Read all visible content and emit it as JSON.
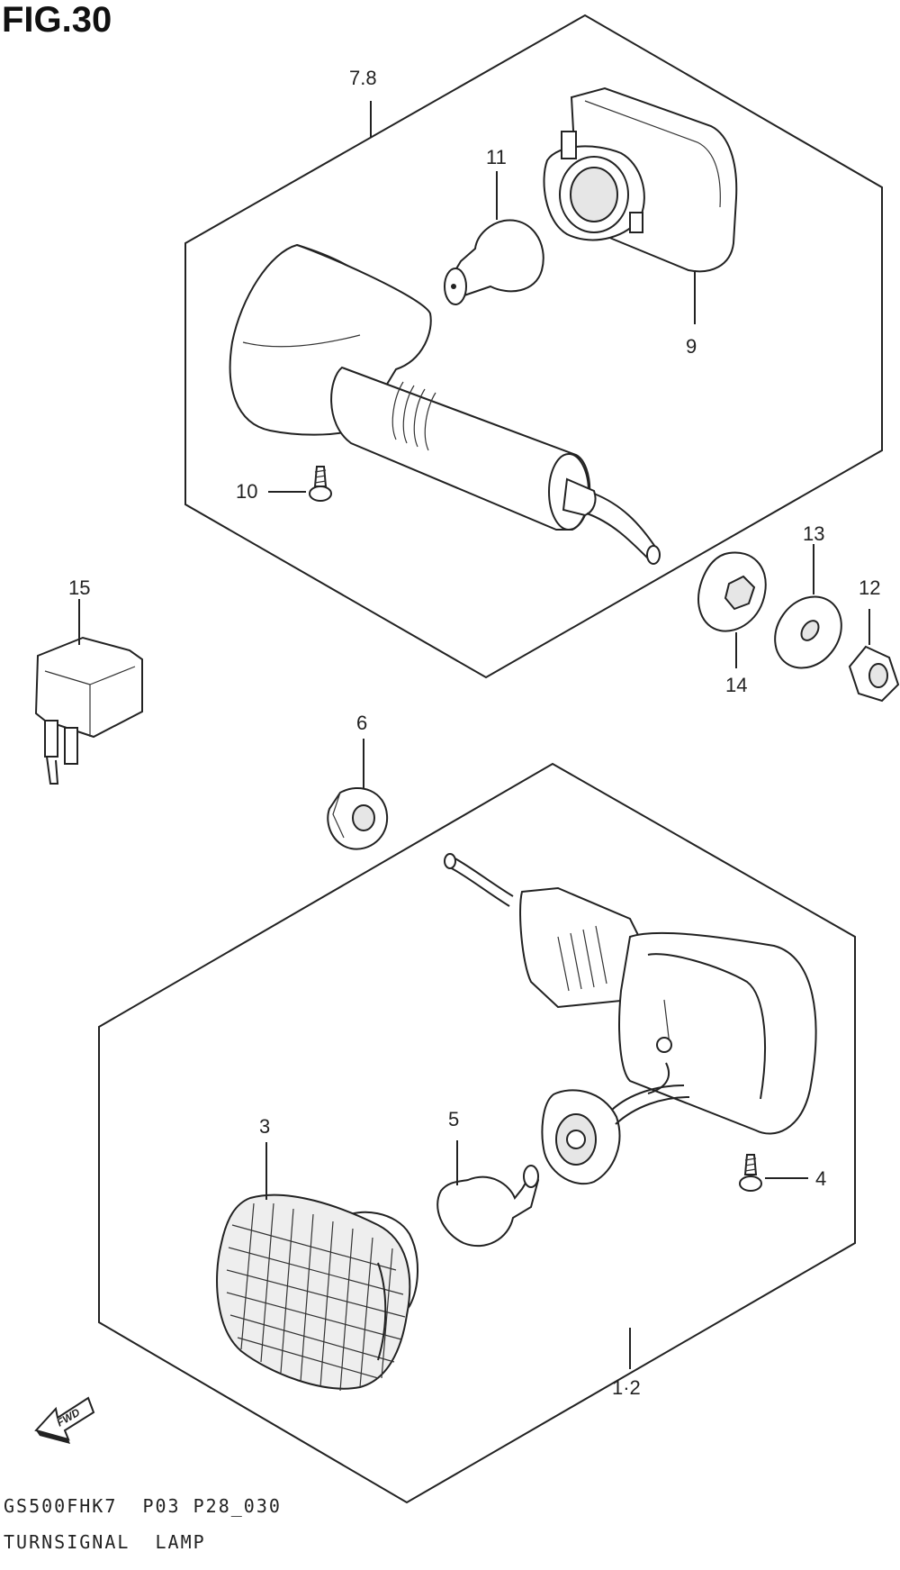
{
  "figure": {
    "title": "FIG.30",
    "model_code": "GS500FHK7  P03 P28_030",
    "caption": "TURNSIGNAL  LAMP"
  },
  "callouts": {
    "c78": "7.8",
    "c11": "11",
    "c9": "9",
    "c10": "10",
    "c13": "13",
    "c12": "12",
    "c14": "14",
    "c15": "15",
    "c6": "6",
    "c3": "3",
    "c5": "5",
    "c4": "4",
    "c12b": "1·2"
  },
  "fwd_mark": "FWD",
  "colors": {
    "ink": "#222222",
    "background": "#ffffff",
    "lens": "#eeeeee"
  }
}
